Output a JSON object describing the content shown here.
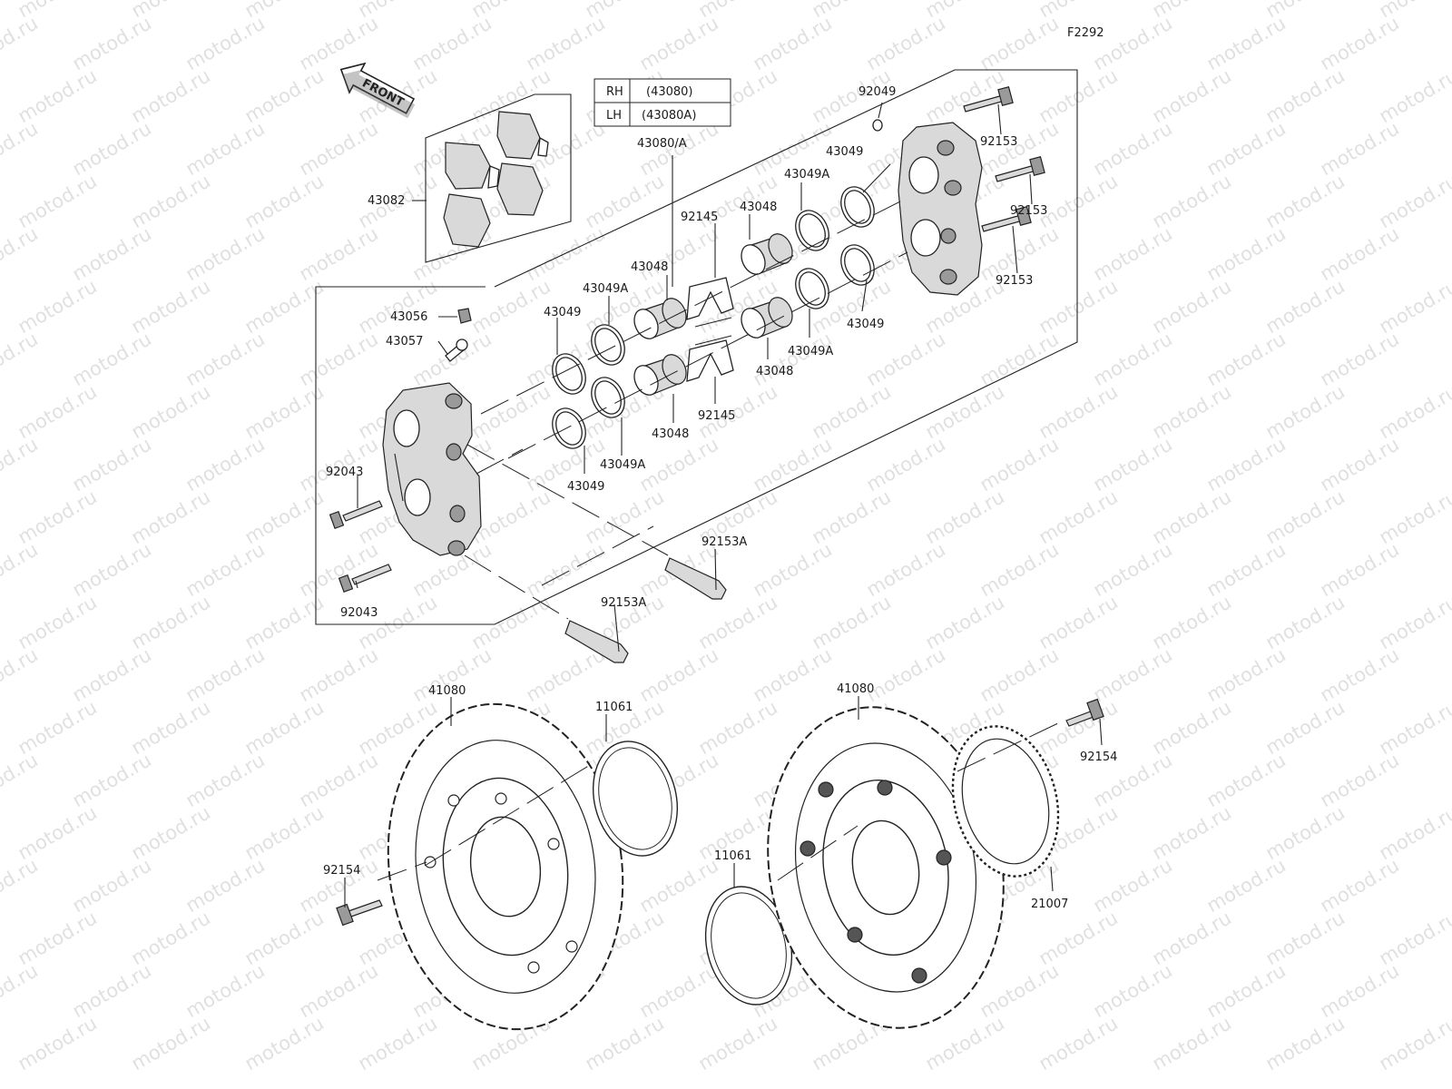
{
  "figure_code": "F2292",
  "watermark": "motod.ru",
  "front_arrow": {
    "label": "FRONT"
  },
  "variant_table": {
    "rows": [
      {
        "side": "RH",
        "part": "(43080)"
      },
      {
        "side": "LH",
        "part": "(43080A)"
      }
    ]
  },
  "callouts": {
    "caliper_assy": "43080/A",
    "pad_set": "43082",
    "bleeder_cap": "43056",
    "bleeder_valve": "43057",
    "piston": "43048",
    "seal_a": "43049A",
    "seal": "43049",
    "pad_spring": "92145",
    "pin_bolt": "92043",
    "bolt_a": "92153A",
    "bolt": "92153",
    "washer": "92049",
    "disc": "41080",
    "shim": "11061",
    "disc_bolt": "92154",
    "sensor_rotor": "21007"
  }
}
